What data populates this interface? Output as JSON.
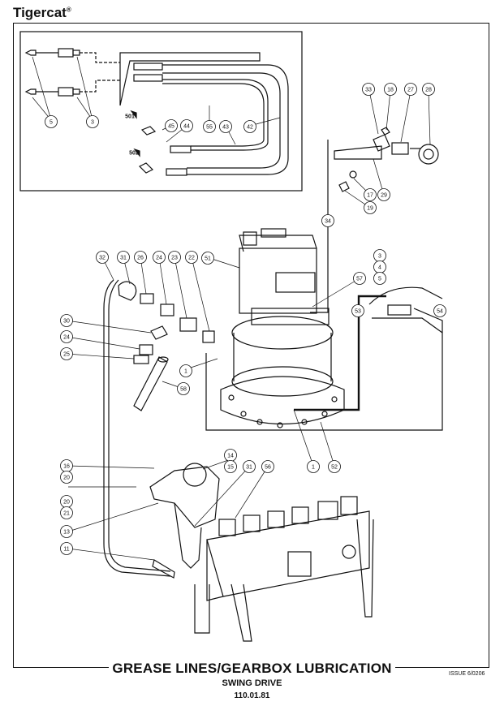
{
  "brand": {
    "name": "Tigercat",
    "mark": "®"
  },
  "footer": {
    "title": "GREASE LINES/GEARBOX LUBRICATION",
    "subtitle": "SWING DRIVE",
    "page": "110.01.81",
    "issue": "ISSUE 6/0206"
  },
  "callouts": [
    "5",
    "3",
    "501",
    "45",
    "44",
    "55",
    "43",
    "42",
    "502",
    "33",
    "18",
    "27",
    "28",
    "17",
    "29",
    "19",
    "34",
    "32",
    "31",
    "26",
    "24",
    "23",
    "22",
    "51",
    "57",
    "3",
    "4",
    "5",
    "53",
    "54",
    "30",
    "24",
    "25",
    "1",
    "58",
    "1",
    "52",
    "14",
    "15",
    "31",
    "56",
    "16",
    "20",
    "20",
    "21",
    "13",
    "11"
  ]
}
